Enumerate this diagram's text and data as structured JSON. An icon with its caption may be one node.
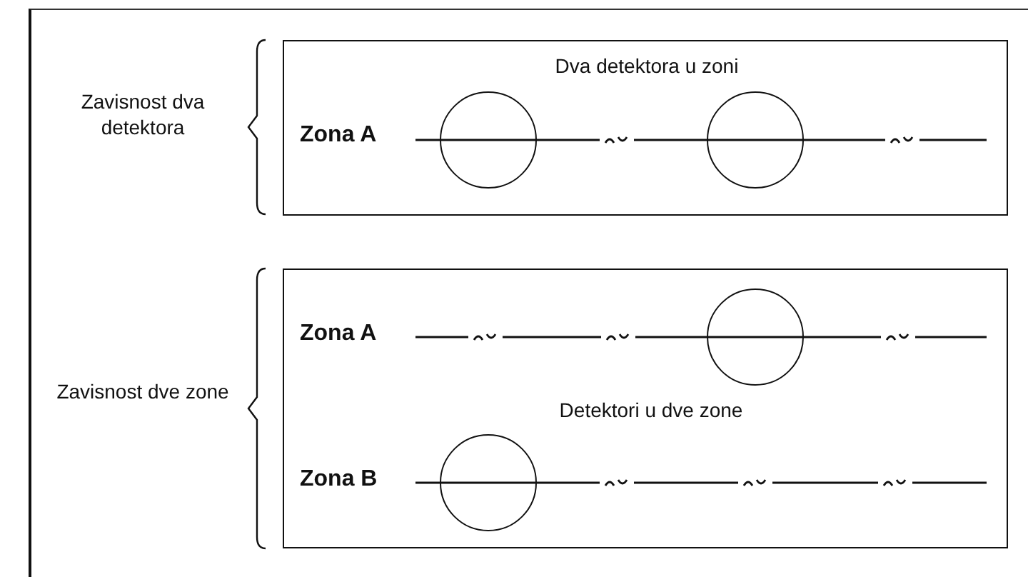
{
  "diagram": {
    "nodes": [
      {
        "text": [
          "Dva detektora u zoni"
        ]
      },
      {
        "text": [],
        "shape": "circle",
        "in": 0
      },
      {
        "text": [],
        "shape": "circle",
        "in": 0
      },
      {
        "text": [
          "Detektori u dve zone"
        ]
      },
      {
        "text": [],
        "shape": "circle",
        "in": 3
      },
      {
        "text": [],
        "shape": "circle",
        "in": 3
      }
    ],
    "labels": [
      "Zavisnost dva detektora",
      "Zona A",
      "Zona A",
      "Zavisnost dve zone",
      "Zona B"
    ]
  }
}
